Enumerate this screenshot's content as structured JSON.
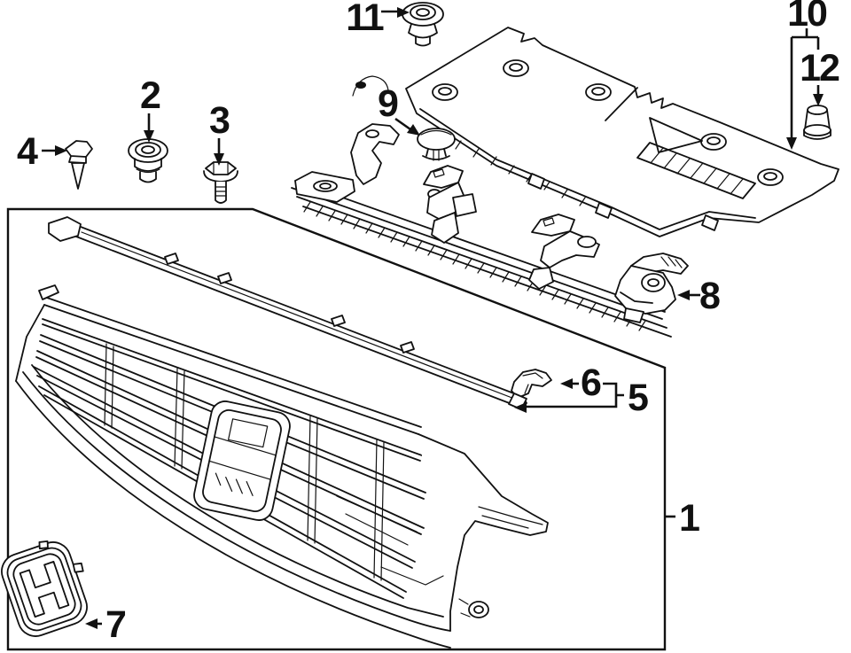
{
  "diagram": {
    "background": "#ffffff",
    "ink": "#111111",
    "callouts": [
      {
        "label": "1"
      },
      {
        "label": "2"
      },
      {
        "label": "3"
      },
      {
        "label": "4"
      },
      {
        "label": "5"
      },
      {
        "label": "6"
      },
      {
        "label": "7"
      },
      {
        "label": "8"
      },
      {
        "label": "9"
      },
      {
        "label": "10"
      },
      {
        "label": "11"
      },
      {
        "label": "12"
      }
    ]
  }
}
